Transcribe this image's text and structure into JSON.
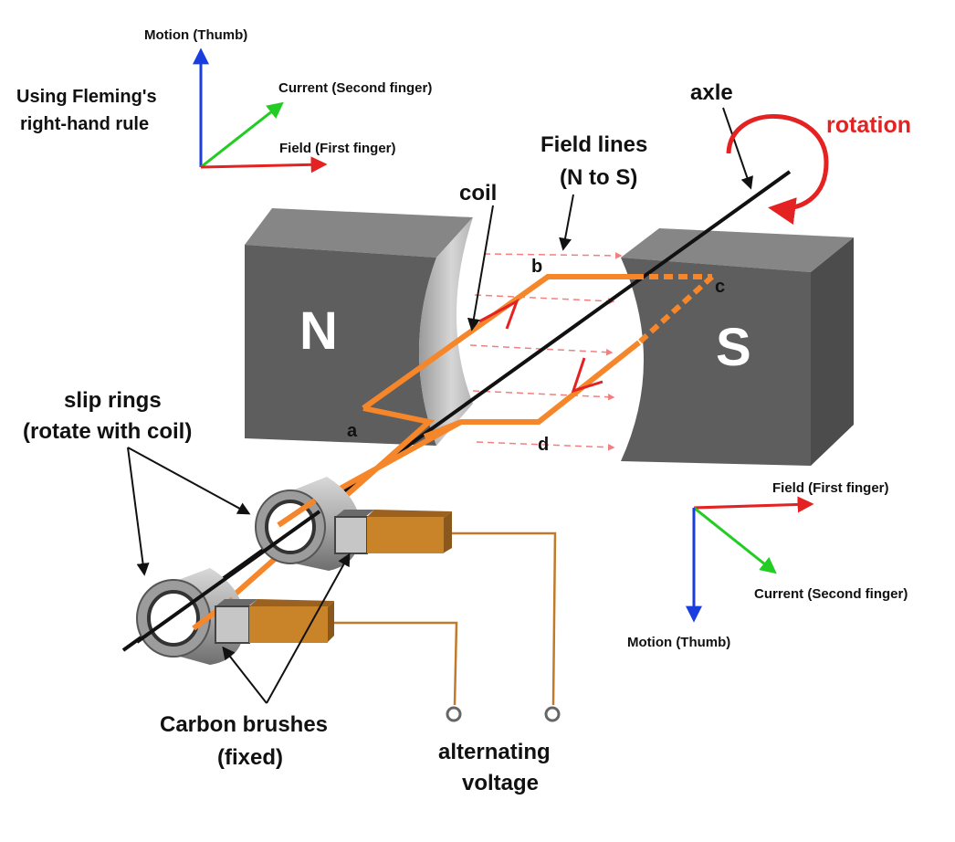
{
  "labels": {
    "rule": [
      "Using Fleming's",
      "right-hand rule"
    ],
    "top_triad": {
      "motion": "Motion (Thumb)",
      "current": "Current (Second finger)",
      "field": "Field (First finger)"
    },
    "bottom_triad": {
      "field": "Field (First finger)",
      "current": "Current (Second finger)",
      "motion": "Motion (Thumb)"
    },
    "axle": "axle",
    "rotation": "rotation",
    "field_lines": [
      "Field lines",
      "(N to S)"
    ],
    "coil": "coil",
    "slip_rings": [
      "slip rings",
      "(rotate with coil)"
    ],
    "carbon_brushes": [
      "Carbon brushes",
      "(fixed)"
    ],
    "alternating_voltage": [
      "alternating",
      "voltage"
    ],
    "pole_n": "N",
    "pole_s": "S",
    "corners": {
      "a": "a",
      "b": "b",
      "c": "c",
      "d": "d"
    }
  },
  "colors": {
    "magnet_front": "#5e5e5e",
    "magnet_top": "#868686",
    "magnet_side": "#4c4c4c",
    "coil": "#f5862a",
    "field_line": "#f08080",
    "rotation": "#e52222",
    "motion_arrow": "#1a3de0",
    "current_arrow": "#22cc22",
    "field_arrow": "#e52222",
    "brush": "#c98328",
    "wire": "#c07a2a"
  }
}
